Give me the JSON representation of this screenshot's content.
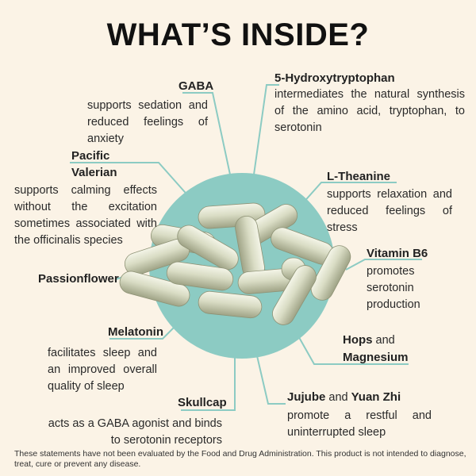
{
  "title": "WHAT’S INSIDE?",
  "accent_color": "#8ccbc3",
  "background_color": "#fbf3e6",
  "items": {
    "gaba": {
      "name": "GABA",
      "desc": "supports sedation and reduced feelings of anxiety"
    },
    "pacific_valerian": {
      "name": "Pacific Valerian",
      "desc": "supports calming effects without the excitation sometimes associated with the officinalis species"
    },
    "passionflower": {
      "name": "Passionflower"
    },
    "melatonin": {
      "name": "Melatonin",
      "desc": "facilitates sleep and an improved overall quality of sleep"
    },
    "skullcap": {
      "name": "Skullcap",
      "desc": "acts as a GABA agonist and binds to serotonin receptors"
    },
    "htp": {
      "name": "5-Hydroxytryptophan",
      "desc": "intermediates the natural synthesis of the amino acid, tryptophan, to serotonin"
    },
    "l_theanine": {
      "name": "L-Theanine",
      "desc": "supports relaxation and reduced feelings of stress"
    },
    "vitamin_b6": {
      "name": "Vitamin B6",
      "desc": "promotes serotonin production"
    },
    "hops_magnesium": {
      "name1": "Hops",
      "and": "and",
      "name2": "Magnesium"
    },
    "jujube_yuan_zhi": {
      "name1": "Jujube",
      "and": "and",
      "name2": "Yuan Zhi",
      "desc": "promote a restful and uninterrupted sleep"
    }
  },
  "disclaimer": "These statements have not been evaluated by the Food and Drug Administration. This product is not intended to diagnose, treat, cure or prevent any disease.",
  "image": {
    "icon": "capsule-pile-illustration"
  }
}
